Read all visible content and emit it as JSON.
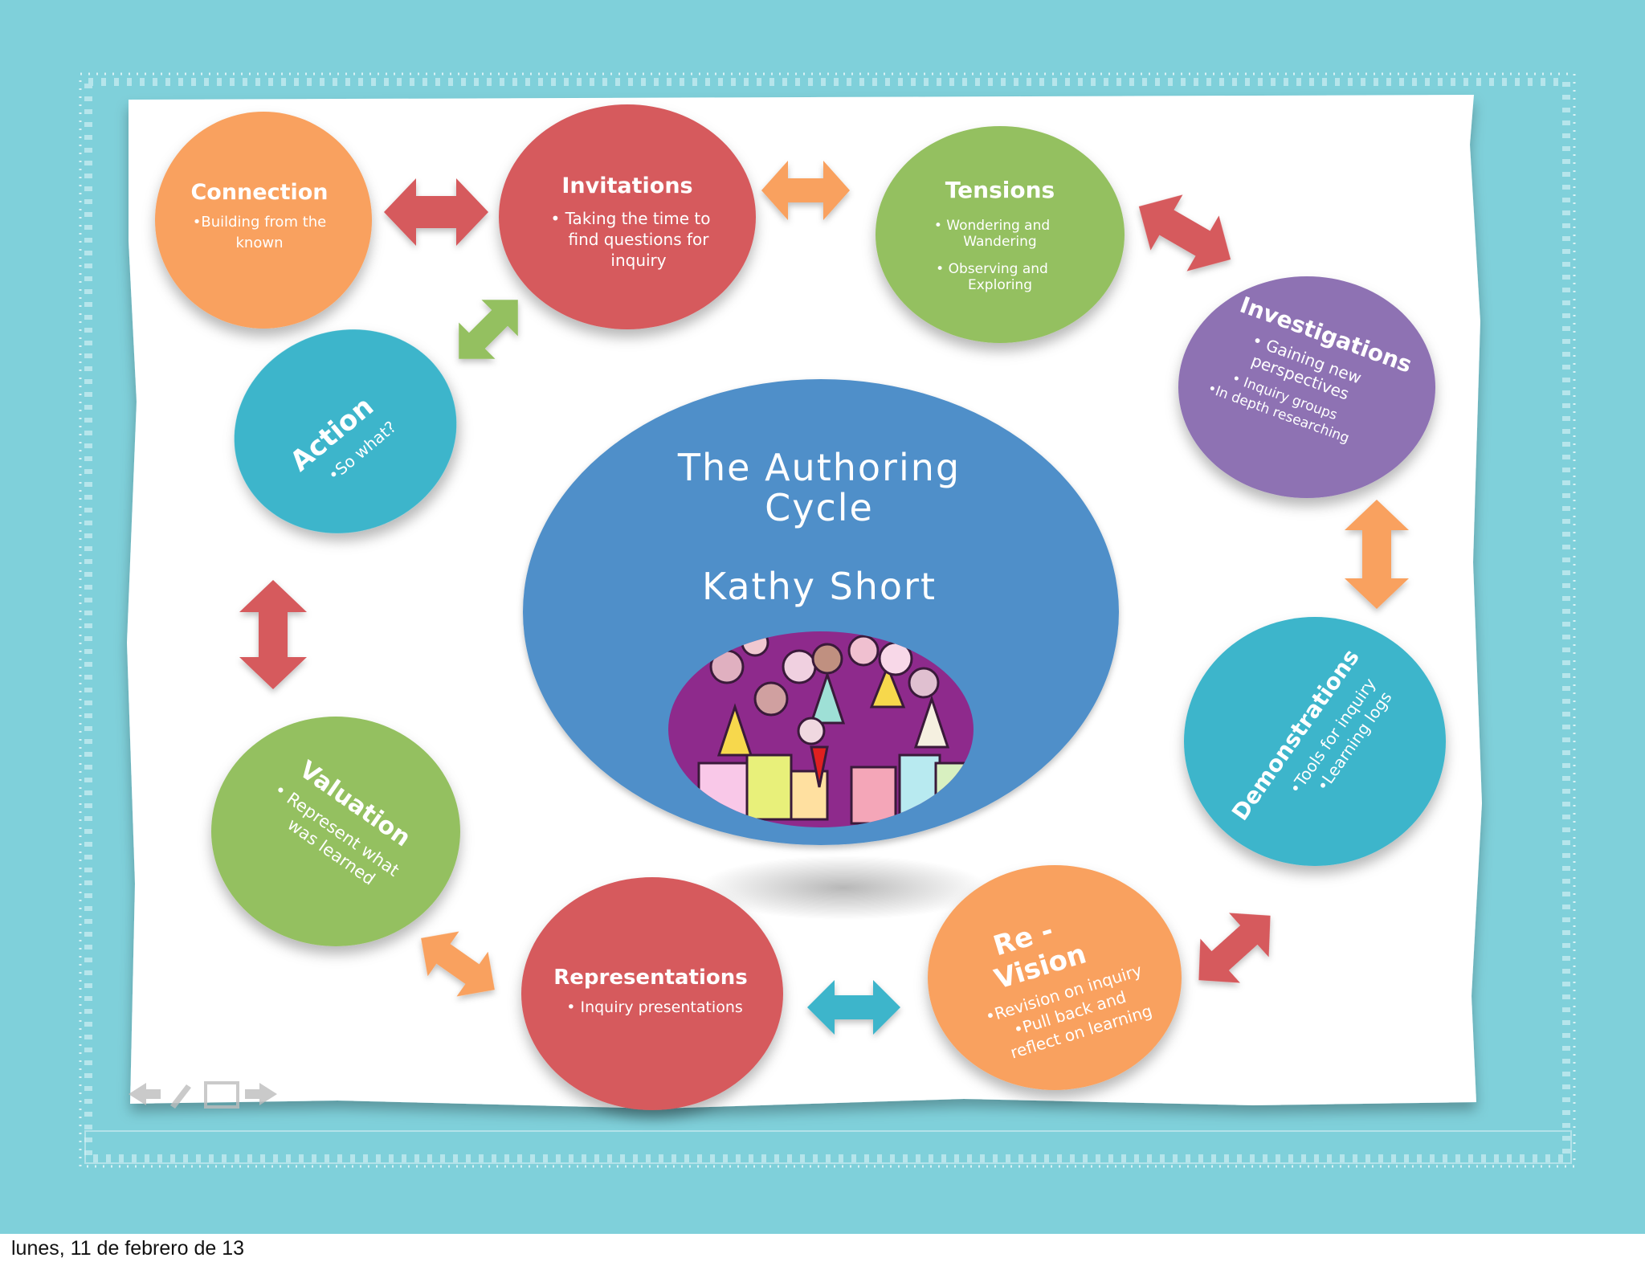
{
  "center": {
    "title_line1": "The Authoring",
    "title_line2": "Cycle",
    "author": "Kathy Short"
  },
  "stages": {
    "connection": {
      "title": "Connection",
      "lines": [
        "•Building from the",
        "known"
      ]
    },
    "invitations": {
      "title": "Invitations",
      "lines": [
        "•   Taking the time to",
        "find questions for",
        "inquiry"
      ]
    },
    "tensions": {
      "title": "Tensions",
      "lines": [
        "•   Wondering and",
        "Wandering",
        "•   Observing and",
        "Exploring"
      ]
    },
    "investigations": {
      "title": "Investigations",
      "lines": [
        "•  Gaining new",
        "perspectives",
        "• Inquiry groups",
        "•In depth researching"
      ]
    },
    "demonstrations": {
      "title": "Demonstrations",
      "lines": [
        "•Tools for inquiry",
        "•Learning logs"
      ]
    },
    "revision": {
      "title_line1": "Re -",
      "title_line2": "Vision",
      "lines": [
        "•Revision on inquiry",
        "•Pull back and",
        "reflect on learning"
      ]
    },
    "representations": {
      "title": "Representations",
      "lines": [
        "•   Inquiry presentations"
      ]
    },
    "valuation": {
      "title": "Valuation",
      "lines": [
        "•   Represent what",
        "was learned"
      ]
    },
    "action": {
      "title": "Action",
      "lines": [
        "•So what?"
      ]
    }
  },
  "colors": {
    "background": "#7fd0da",
    "connection": "#f9a15e",
    "invitations": "#d65a5d",
    "tensions": "#94c060",
    "investigations": "#8e72b3",
    "demonstrations": "#3db5cb",
    "revision": "#f9a15e",
    "representations": "#d65a5d",
    "valuation": "#94c060",
    "action": "#3db5cb",
    "center": "#4f8fc9"
  },
  "footer": {
    "date": "lunes, 11 de febrero de 13"
  }
}
